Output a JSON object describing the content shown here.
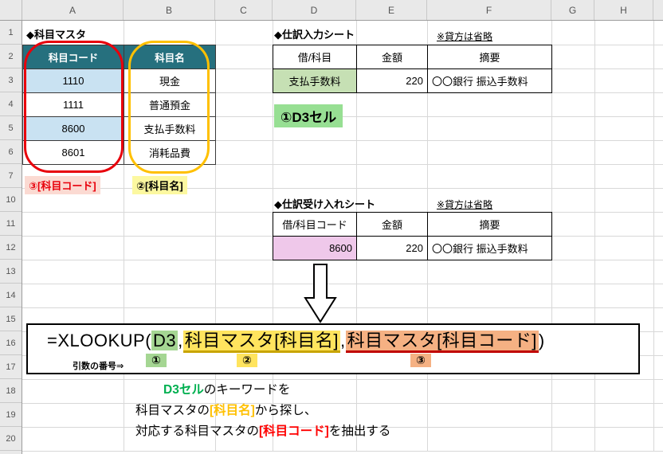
{
  "columns": [
    "A",
    "B",
    "C",
    "D",
    "E",
    "F",
    "G",
    "H"
  ],
  "row_numbers": [
    "1",
    "2",
    "3",
    "4",
    "5",
    "6",
    "7",
    "10",
    "11",
    "12",
    "13",
    "14",
    "15",
    "16",
    "17",
    "18",
    "19",
    "20"
  ],
  "master": {
    "title": "◆科目マスタ",
    "headers": {
      "code": "科目コード",
      "name": "科目名"
    },
    "rows": [
      {
        "code": "1110",
        "name": "現金"
      },
      {
        "code": "1111",
        "name": "普通預金"
      },
      {
        "code": "8600",
        "name": "支払手数料"
      },
      {
        "code": "8601",
        "name": "消耗品費"
      }
    ],
    "tag_code": "③[科目コード]",
    "tag_name": "②[科目名]"
  },
  "entry_sheet": {
    "title": "◆仕訳入力シート",
    "note": "※貸方は省略",
    "headers": [
      "借/科目",
      "金額",
      "摘要"
    ],
    "row": {
      "account": "支払手数料",
      "amount": "220",
      "memo": "〇〇銀行 振込手数料"
    },
    "callout": "①D3セル"
  },
  "import_sheet": {
    "title": "◆仕訳受け入れシート",
    "note": "※貸方は省略",
    "headers": [
      "借/科目コード",
      "金額",
      "摘要"
    ],
    "row": {
      "code": "8600",
      "amount": "220",
      "memo": "〇〇銀行 振込手数料"
    }
  },
  "formula": {
    "prefix": "=XLOOKUP(",
    "arg1": "D3",
    "separator1": ",",
    "arg2": "科目マスタ[科目名]",
    "separator2": ",",
    "arg3": "科目マスタ[科目コード]",
    "suffix": ")",
    "arg_number_label": "引数の番号⇒",
    "num1": "①",
    "num2": "②",
    "num3": "③"
  },
  "explanation": {
    "line1": {
      "highlight": "D3セル",
      "rest": "のキーワードを"
    },
    "line2": {
      "pre": "科目マスタの",
      "highlight": "[科目名]",
      "rest": "から探し、"
    },
    "line3": {
      "pre": "対応する科目マスタの",
      "highlight": "[科目コード]",
      "rest": "を抽出する"
    }
  },
  "colors": {
    "table_header_teal": "#26707E",
    "row_blue": "#C9E2F2",
    "cell_green": "#C6E0B4",
    "cell_pink": "#EFC8EA",
    "highlight_green": "#A5D693",
    "highlight_yellow": "#FFE45E",
    "highlight_salmon": "#F5B183",
    "ring_red": "#E8000B",
    "ring_yellow": "#FFC000",
    "text_green": "#00B050",
    "text_orange": "#FFC000",
    "text_red": "#FF0000"
  }
}
